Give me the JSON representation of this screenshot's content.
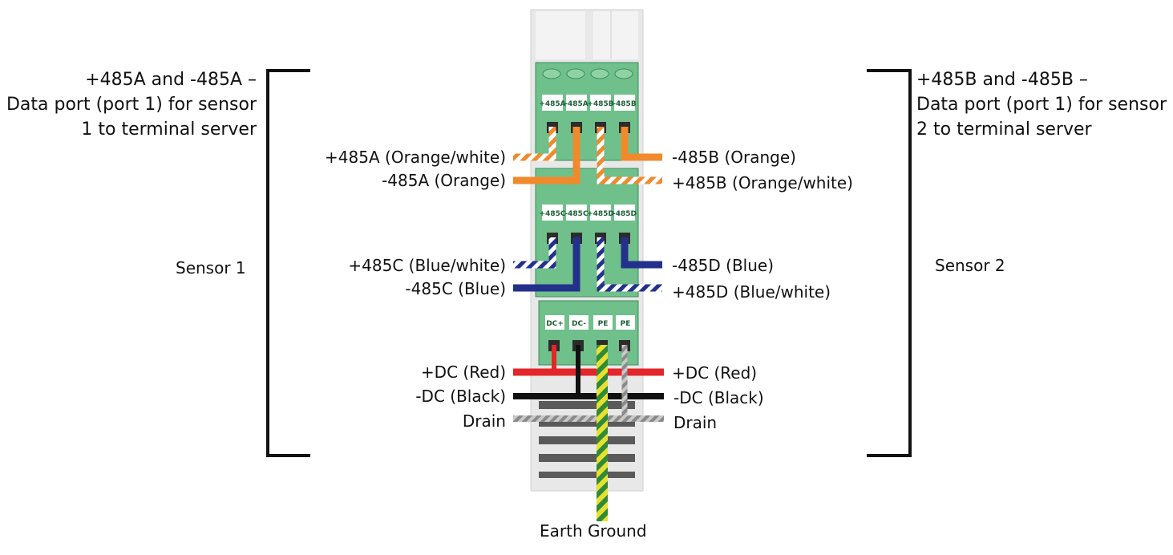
{
  "left_block": {
    "line1": "+485A and -485A –",
    "line2": "Data port (port 1) for sensor",
    "line3": "1 to terminal server"
  },
  "right_block": {
    "line1": "+485B and -485B –",
    "line2": "Data port (port 1) for sensor",
    "line3": "2 to terminal server"
  },
  "sensor1_label": "Sensor 1",
  "sensor2_label": "Sensor 2",
  "left_wires": {
    "a_plus": "+485A (Orange/white)",
    "a_minus": "-485A (Orange)",
    "c_plus": "+485C (Blue/white)",
    "c_minus": "-485C (Blue)",
    "dc_plus": "+DC (Red)",
    "dc_minus": "-DC (Black)",
    "drain": "Drain"
  },
  "right_wires": {
    "b_minus": "-485B (Orange)",
    "b_plus": "+485B (Orange/white)",
    "d_minus": "-485D (Blue)",
    "d_plus": "+485D (Blue/white)",
    "dc_plus": "+DC (Red)",
    "dc_minus": "-DC (Black)",
    "drain": "Drain"
  },
  "earth_label": "Earth Ground",
  "terminal_labels": {
    "top": [
      "+485A",
      "-485A",
      "+485B",
      "-485B"
    ],
    "middle": [
      "+485C",
      "-485C",
      "+485D",
      "-485D"
    ],
    "bottom": [
      "DC+",
      "DC-",
      "PE",
      "PE"
    ]
  },
  "colors": {
    "orange": "#f08a2c",
    "blue": "#23318c",
    "red": "#e2262a",
    "black": "#111111",
    "drain": "#9a9a9a",
    "earth_green": "#2f8a3a",
    "earth_yellow": "#e8e030",
    "terminal_green": "#6fc08a",
    "housing": "#e9e9e9"
  }
}
